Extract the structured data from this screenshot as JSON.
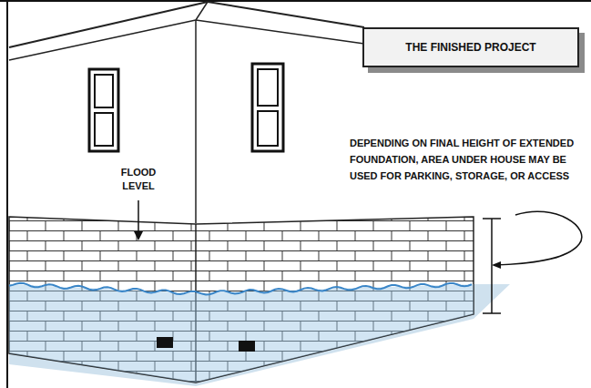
{
  "diagram": {
    "nodes": [
      {
        "text": [
          "THE FINISHED PROJECT"
        ]
      }
    ],
    "labels": [
      "FLOOD LEVEL",
      "DEPENDING ON FINAL HEIGHT OF EXTENDED FOUNDATION, AREA UNDER HOUSE MAY BE USED FOR PARKING, STORAGE, OR ACCESS"
    ]
  }
}
